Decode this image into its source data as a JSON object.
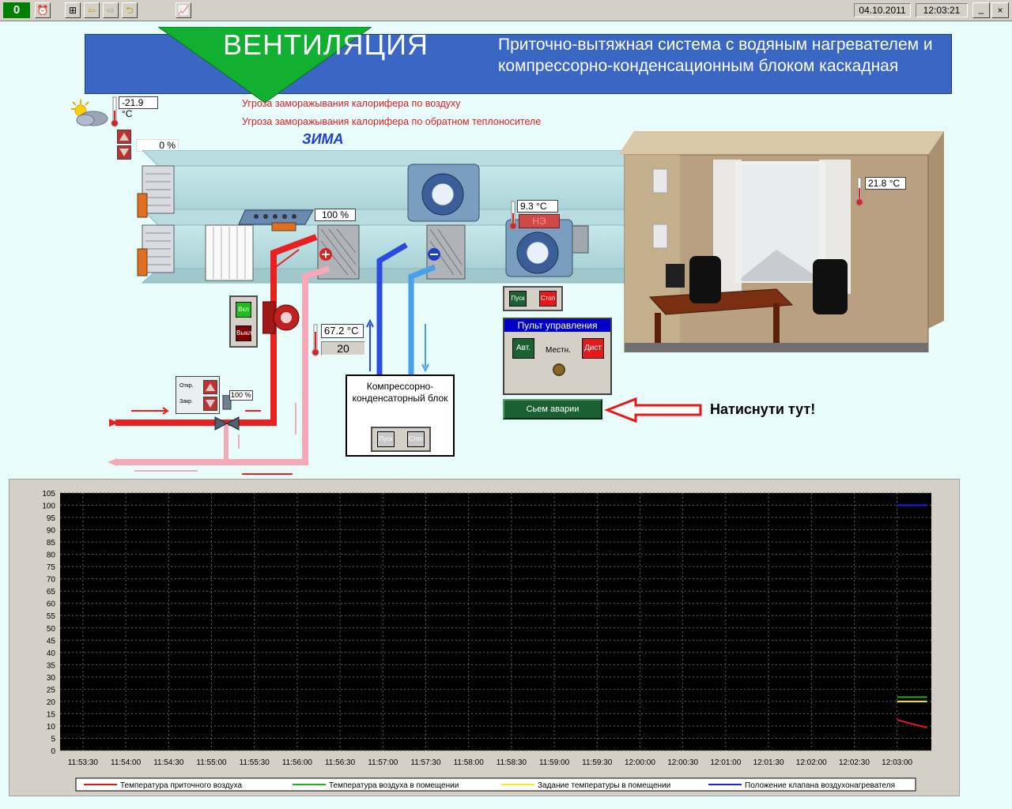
{
  "toolbar": {
    "alarm_count": "0",
    "date": "04.10.2011",
    "time": "12:03:21",
    "minimize_label": "_",
    "close_label": "×"
  },
  "header": {
    "title": "ВЕНТИЛЯЦИЯ",
    "subtitle": "Приточно-вытяжная система с водяным нагревателем и компрессорно-конденсационным блоком каскадная"
  },
  "warnings": {
    "air_freeze": "Угроза заморажывания калорифера по воздуху",
    "water_freeze": "Угроза заморажывания калорифера по обратном теплоносителе"
  },
  "season": "ЗИМА",
  "readings": {
    "outdoor_temp": "-21.9 °C",
    "damper_position": "0 %",
    "heater_valve": "100 %",
    "supply_temp": "9.3 °C",
    "supply_status": "НЭ",
    "room_temp": "21.8 °C",
    "return_water_temp": "67.2 °C",
    "return_water_setpoint": "20",
    "valve_position": "100 %"
  },
  "pump": {
    "on_label": "Вкл",
    "off_label": "Выкл"
  },
  "valve_controls": {
    "open_label": "Откр.",
    "close_label": "Закр."
  },
  "fan_controls": {
    "start_label": "Пуск",
    "stop_label": "Стоп"
  },
  "compressor": {
    "title": "Компрессорно-конденсаторный блок",
    "start_label": "Пуск",
    "stop_label": "Стоп"
  },
  "control_panel": {
    "title": "Пульт управления",
    "auto_label": "Авт.",
    "local_label": "Местн.",
    "remote_label": "Дист"
  },
  "alarm_reset": {
    "label": "Сьем аварии",
    "hint": "Натиснути тут!"
  },
  "colors": {
    "header_blue": "#3a66c4",
    "supply_red": "#e82020",
    "return_pink": "#f4a8b8",
    "coolant_blue": "#2a4ae0",
    "coolant_light": "#48a0e8"
  },
  "chart_data": {
    "type": "line",
    "x": [
      "11:53:30",
      "11:54:00",
      "11:54:30",
      "11:55:00",
      "11:55:30",
      "11:56:00",
      "11:56:30",
      "11:57:00",
      "11:57:30",
      "11:58:00",
      "11:58:30",
      "11:59:00",
      "11:59:30",
      "12:00:00",
      "12:00:30",
      "12:01:00",
      "12:01:30",
      "12:02:00",
      "12:02:30",
      "12:03:00"
    ],
    "ylim": [
      0,
      105
    ],
    "yticks": [
      0,
      5,
      10,
      15,
      20,
      25,
      30,
      35,
      40,
      45,
      50,
      55,
      60,
      65,
      70,
      75,
      80,
      85,
      90,
      95,
      100,
      105
    ],
    "grid": true,
    "legend_position": "bottom",
    "series": [
      {
        "name": "Температура приточного воздуха",
        "color": "#e81818",
        "points": [
          [
            "12:03:00",
            12.5
          ],
          [
            "12:03:21",
            9.3
          ]
        ]
      },
      {
        "name": "Температура воздуха в помещении",
        "color": "#20b020",
        "points": [
          [
            "12:03:00",
            21.8
          ],
          [
            "12:03:21",
            21.8
          ]
        ]
      },
      {
        "name": "Задание температуры в помещении",
        "color": "#f0f020",
        "points": [
          [
            "12:03:00",
            20
          ],
          [
            "12:03:21",
            20
          ]
        ]
      },
      {
        "name": "Положение клапана воздухонагревателя",
        "color": "#2020f0",
        "points": [
          [
            "12:03:00",
            100
          ],
          [
            "12:03:21",
            100
          ]
        ]
      }
    ]
  }
}
